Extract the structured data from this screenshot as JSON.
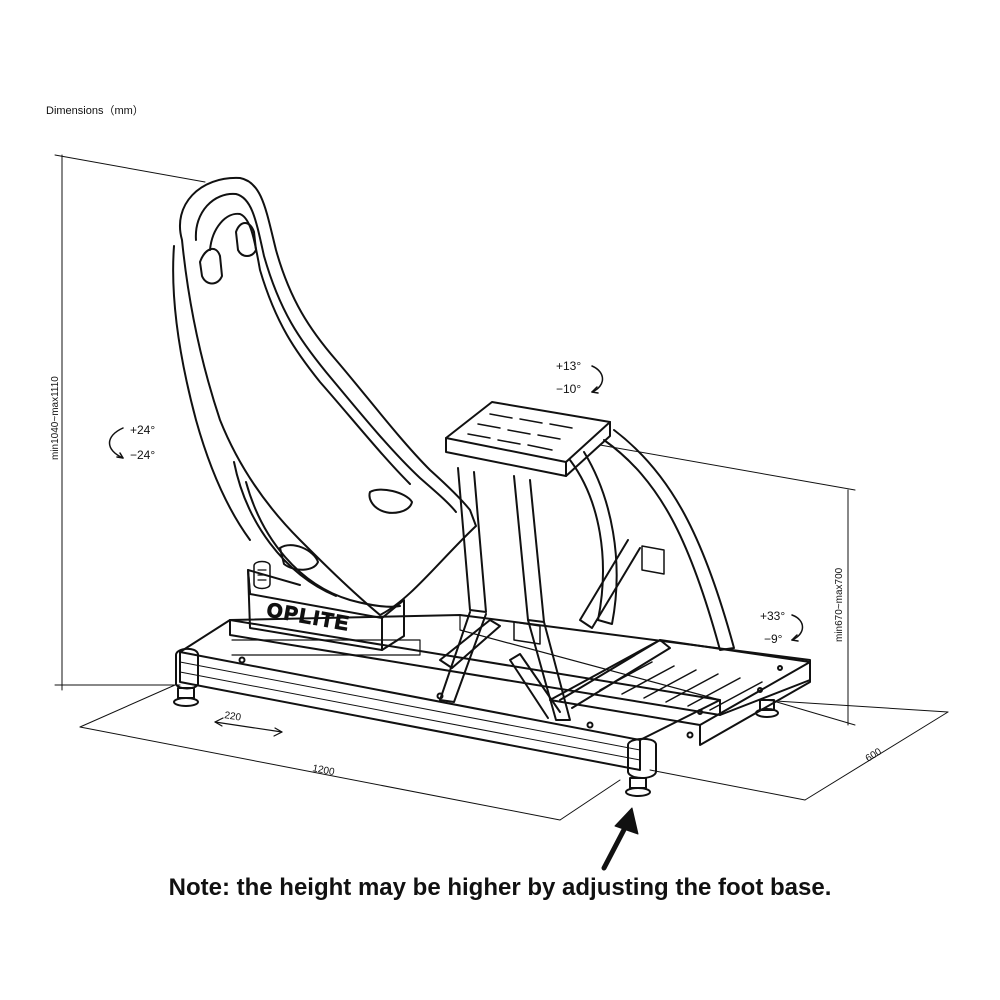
{
  "title": "Dimensions（mm）",
  "dimensions": {
    "height_range": "min1040~max1110",
    "wheel_height_range": "min670~max700",
    "length": "1200",
    "width": "600",
    "seat_slide": "220"
  },
  "angles": {
    "seat_plus": "+24°",
    "seat_minus": "−24°",
    "wheel_plus": "+13°",
    "wheel_minus": "−10°",
    "pedal_plus": "+33°",
    "pedal_minus": "−9°"
  },
  "brand": "OPLITE",
  "note": "Note: the height may be higher by adjusting the foot base."
}
